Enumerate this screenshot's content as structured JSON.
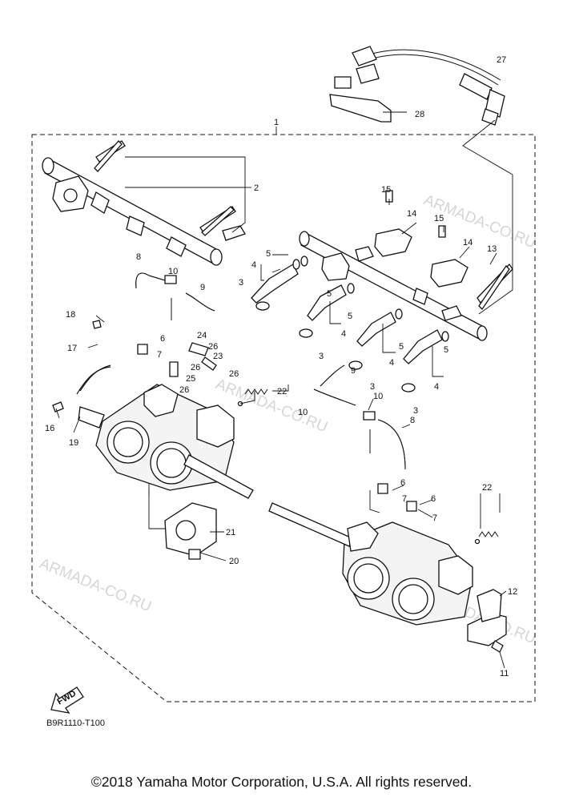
{
  "watermark": "ARMADA-CO.RU",
  "diagram_code": "B9R1110-T100",
  "fwd_label": "FWD",
  "copyright": "©2018 Yamaha Motor Corporation, U.S.A. All rights reserved.",
  "callouts": {
    "c1": "1",
    "c2": "2",
    "c3a": "3",
    "c3b": "3",
    "c3c": "3",
    "c3d": "3",
    "c4a": "4",
    "c4b": "4",
    "c4c": "4",
    "c4d": "4",
    "c5a": "5",
    "c5b": "5",
    "c5c": "5",
    "c5d": "5",
    "c5e": "5",
    "c6a": "6",
    "c6b": "6",
    "c6c": "6",
    "c7a": "7",
    "c7b": "7",
    "c7c": "7",
    "c8a": "8",
    "c8b": "8",
    "c9a": "9",
    "c9b": "9",
    "c10a": "10",
    "c10b": "10",
    "c10c": "10",
    "c11": "11",
    "c12": "12",
    "c13": "13",
    "c14a": "14",
    "c14b": "14",
    "c15a": "15",
    "c15b": "15",
    "c16": "16",
    "c17": "17",
    "c18": "18",
    "c19": "19",
    "c20": "20",
    "c21": "21",
    "c22a": "22",
    "c22b": "22",
    "c23": "23",
    "c24": "24",
    "c25": "25",
    "c26a": "26",
    "c26b": "26",
    "c26c": "26",
    "c26d": "26",
    "c27": "27",
    "c28": "28"
  }
}
